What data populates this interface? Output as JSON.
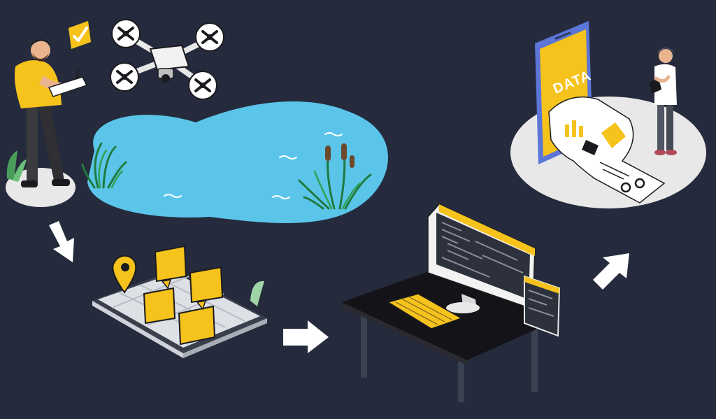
{
  "diagram": {
    "kind": "workflow-illustration",
    "steps": [
      {
        "id": "drone-survey",
        "icon": "drone-icon"
      },
      {
        "id": "map-annotation",
        "icon": "map-pin-icon"
      },
      {
        "id": "computer-processing",
        "icon": "monitor-icon"
      },
      {
        "id": "data-report",
        "icon": "phone-data-icon"
      }
    ],
    "labels": {
      "data_screen": "DATA"
    }
  },
  "colors": {
    "background": "#252b3d",
    "accent": "#f6c21c",
    "pond": "#5bc5e9",
    "ground": "#e8e8e8",
    "dark": "#1b1b1f",
    "white": "#ffffff"
  }
}
